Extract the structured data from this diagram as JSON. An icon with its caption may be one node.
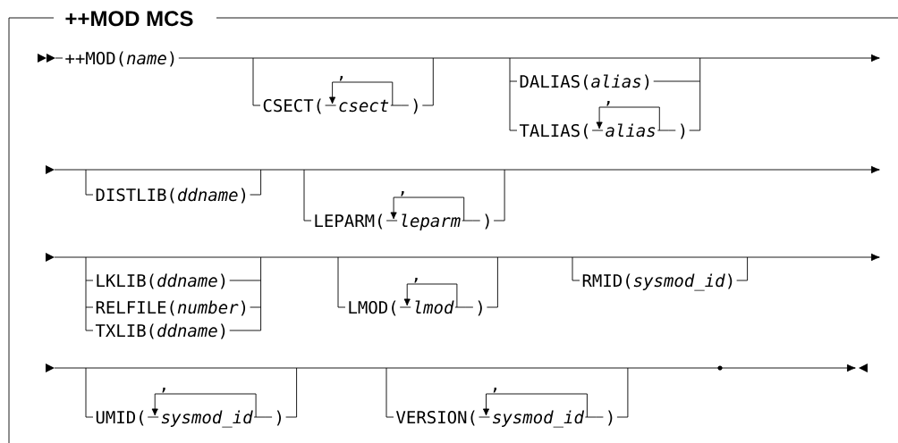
{
  "diagram": {
    "title": "++MOD MCS",
    "labels": [
      "++MOD(*name*)",
      ",",
      "DALIAS(*alias*)",
      "CSECT(",
      "csect",
      ")",
      ",",
      "TALIAS(",
      "alias",
      ")",
      "DISTLIB(*ddname*)",
      ",",
      "LEPARM(",
      "leparm",
      ")",
      "LKLIB(*ddname*)",
      "RMID(*sysmod_id*)",
      ",",
      "RELFILE(*number*)",
      "LMOD(",
      "lmod",
      ")",
      "TXLIB(*ddname*)",
      ",",
      ",",
      "UMID(",
      "sysmod_id",
      ")",
      "VERSION(",
      "sysmod_id",
      ")"
    ]
  }
}
